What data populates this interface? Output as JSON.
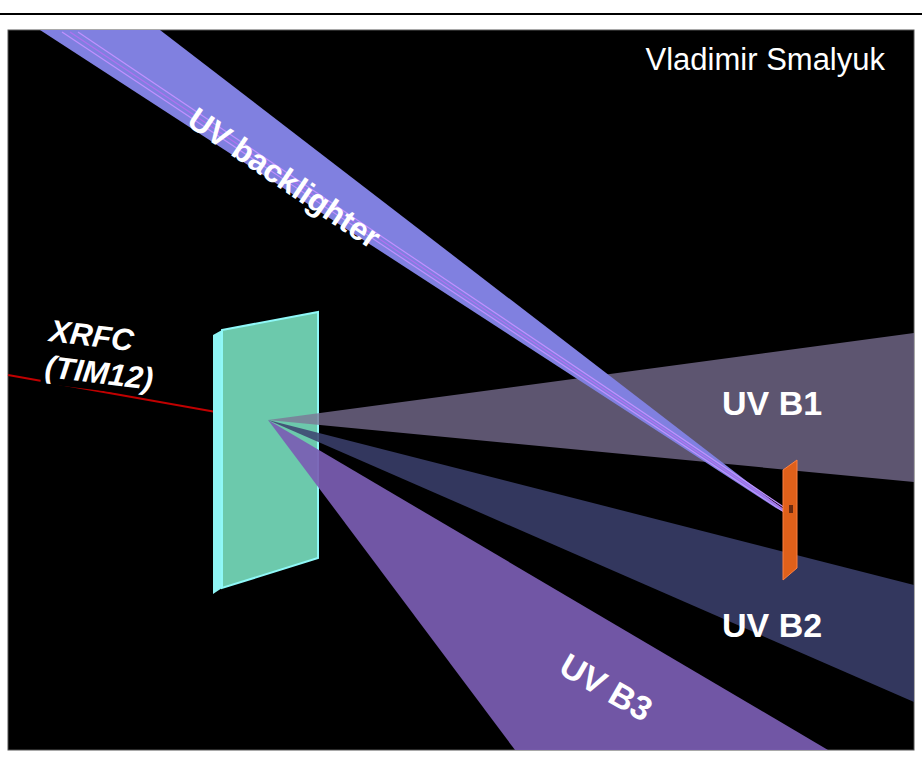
{
  "diagram": {
    "labels": [
      "Vladimir Smalyuk",
      "UV backlighter",
      "XRFC (TIM12)",
      "UV B1",
      "UV B2",
      "UV B3"
    ]
  }
}
